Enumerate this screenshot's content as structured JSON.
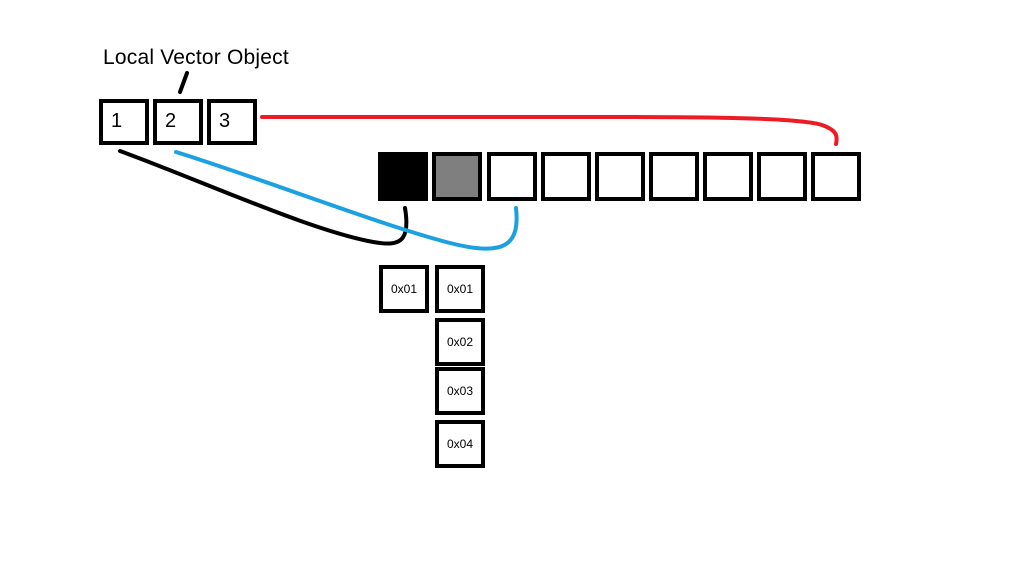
{
  "title": "Local Vector Object",
  "vector_object": {
    "cells": [
      "1",
      "2",
      "3"
    ]
  },
  "heap_array": {
    "cells": [
      {
        "fill": "black"
      },
      {
        "fill": "gray"
      },
      {
        "fill": "white"
      },
      {
        "fill": "white"
      },
      {
        "fill": "white"
      },
      {
        "fill": "white"
      },
      {
        "fill": "white"
      },
      {
        "fill": "white"
      },
      {
        "fill": "white"
      }
    ]
  },
  "memory_blocks": {
    "first_block": [
      "0x01"
    ],
    "second_block": [
      "0x01",
      "0x02",
      "0x03",
      "0x04"
    ]
  },
  "colors": {
    "pointer_1": "#000000",
    "pointer_2": "#1ba1e2",
    "pointer_3": "#ed1c24",
    "filled_black": "#000000",
    "filled_gray": "#7f7f7f"
  }
}
